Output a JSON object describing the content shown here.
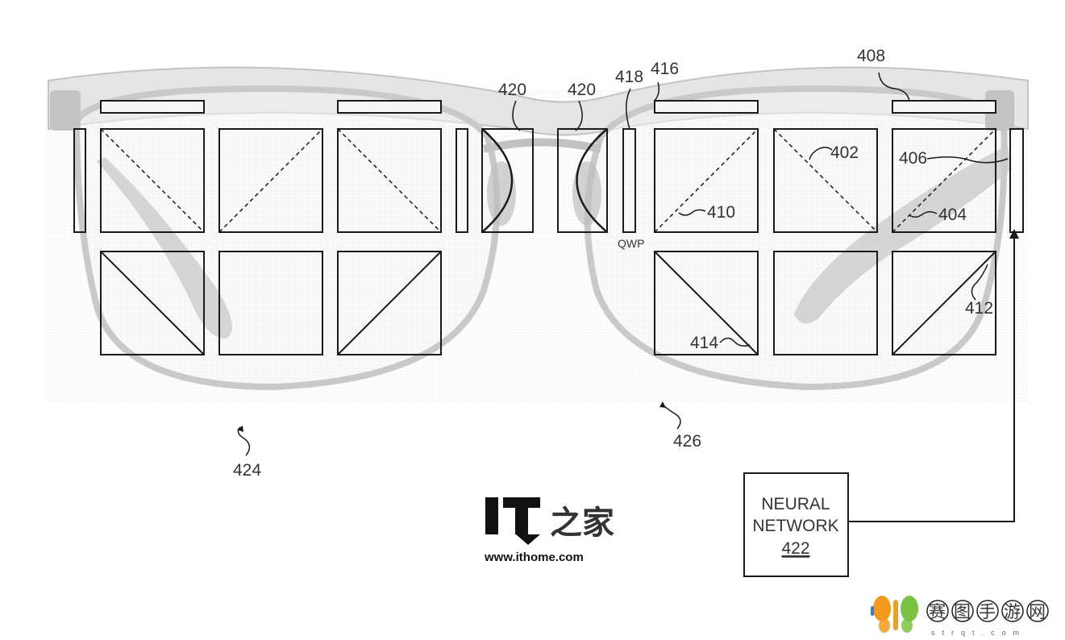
{
  "figure": {
    "refs": {
      "r402": "402",
      "r404": "404",
      "r406": "406",
      "r408": "408",
      "r410": "410",
      "r412": "412",
      "r414": "414",
      "r416": "416",
      "r418": "418",
      "r420a": "420",
      "r420b": "420",
      "r424": "424",
      "r426": "426"
    },
    "qwp_label": "QWP",
    "neural_network": {
      "line1": "NEURAL",
      "line2": "NETWORK",
      "ref": "422"
    }
  },
  "watermark_ithome": {
    "logo": "IT之家",
    "url": "www.ithome.com"
  },
  "watermark_site": {
    "logo": "赛图手游网",
    "sub": "strqt.com"
  },
  "colors": {
    "line": "#1a1a1a",
    "frame_fill": "#d6d6d6",
    "logo_orange": "#f39a1e",
    "logo_green": "#7cc242"
  }
}
